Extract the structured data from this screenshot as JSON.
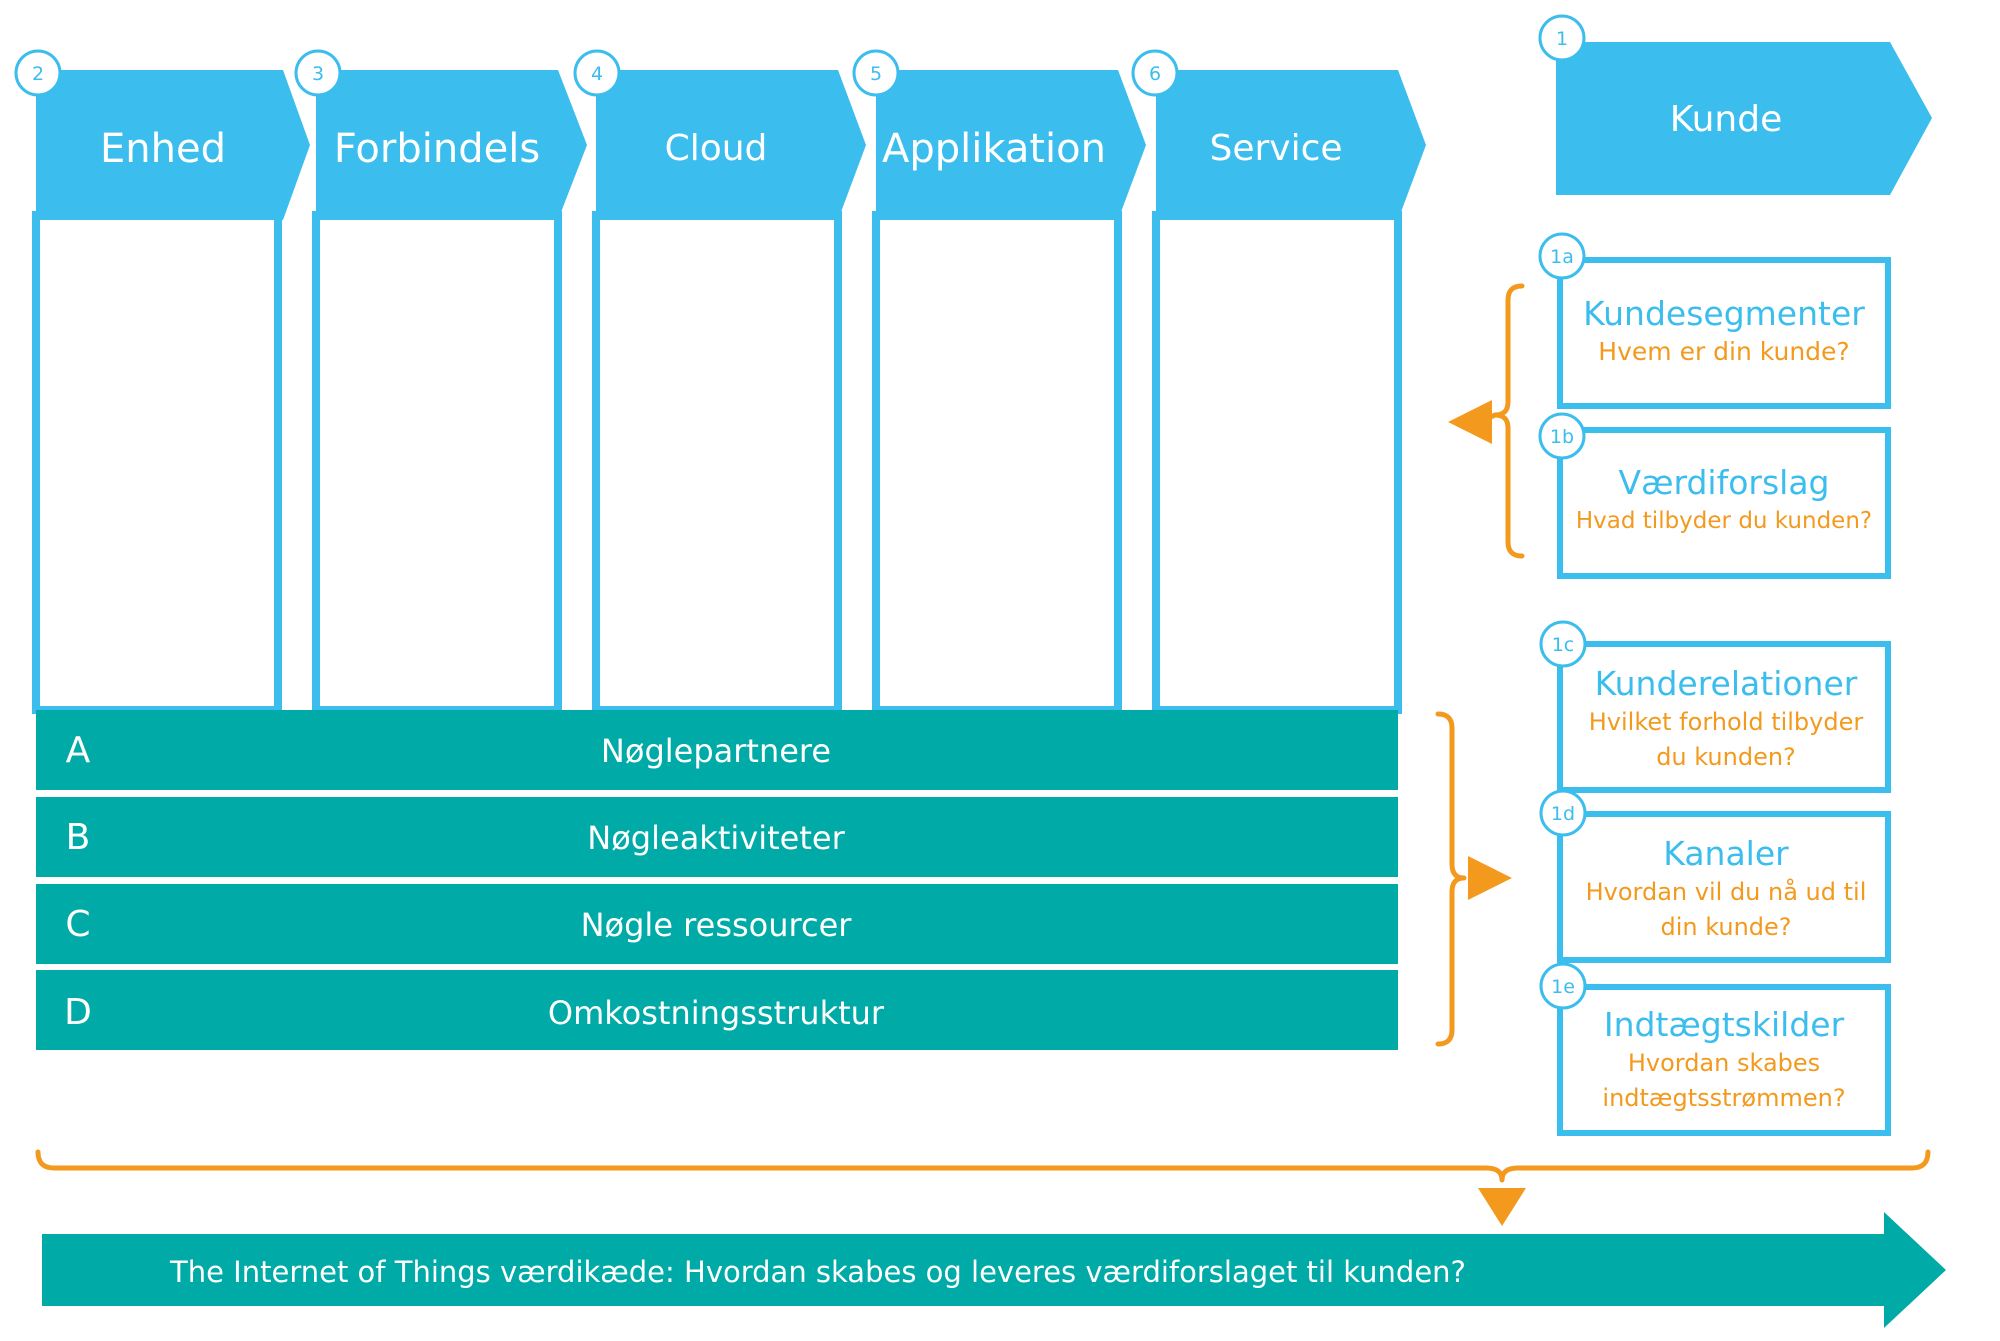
{
  "colors": {
    "blue": "#3bbdee",
    "teal": "#00aaa6",
    "orange": "#f39a1e",
    "white": "#ffffff"
  },
  "columns": [
    {
      "num": "2",
      "label": "Enhed"
    },
    {
      "num": "3",
      "label": "Forbindels"
    },
    {
      "num": "4",
      "label": "Cloud"
    },
    {
      "num": "5",
      "label": "Applikation"
    },
    {
      "num": "6",
      "label": "Service"
    }
  ],
  "customer": {
    "num": "1",
    "label": "Kunde"
  },
  "customer_boxes": [
    {
      "num": "1a",
      "title": "Kundesegmenter",
      "lines": [
        "Hvem er din kunde?"
      ]
    },
    {
      "num": "1b",
      "title": "Værdiforslag",
      "lines": [
        "Hvad tilbyder du kunden?"
      ]
    },
    {
      "num": "1c",
      "title": "Kunderelationer",
      "lines": [
        "Hvilket forhold tilbyder",
        "du kunden?"
      ]
    },
    {
      "num": "1d",
      "title": "Kanaler",
      "lines": [
        "Hvordan vil du nå ud til",
        "din kunde?"
      ]
    },
    {
      "num": "1e",
      "title": "Indtægtskilder",
      "lines": [
        "Hvordan skabes",
        "indtægtsstrømmen?"
      ]
    }
  ],
  "rows": [
    {
      "letter": "A",
      "label": "Nøglepartnere"
    },
    {
      "letter": "B",
      "label": "Nøgleaktiviteter"
    },
    {
      "letter": "C",
      "label": "Nøgle ressourcer"
    },
    {
      "letter": "D",
      "label": "Omkostningsstruktur"
    }
  ],
  "bottom_banner": {
    "label": "The Internet of Things værdikæde: Hvordan skabes og leveres værdiforslaget til kunden?"
  }
}
